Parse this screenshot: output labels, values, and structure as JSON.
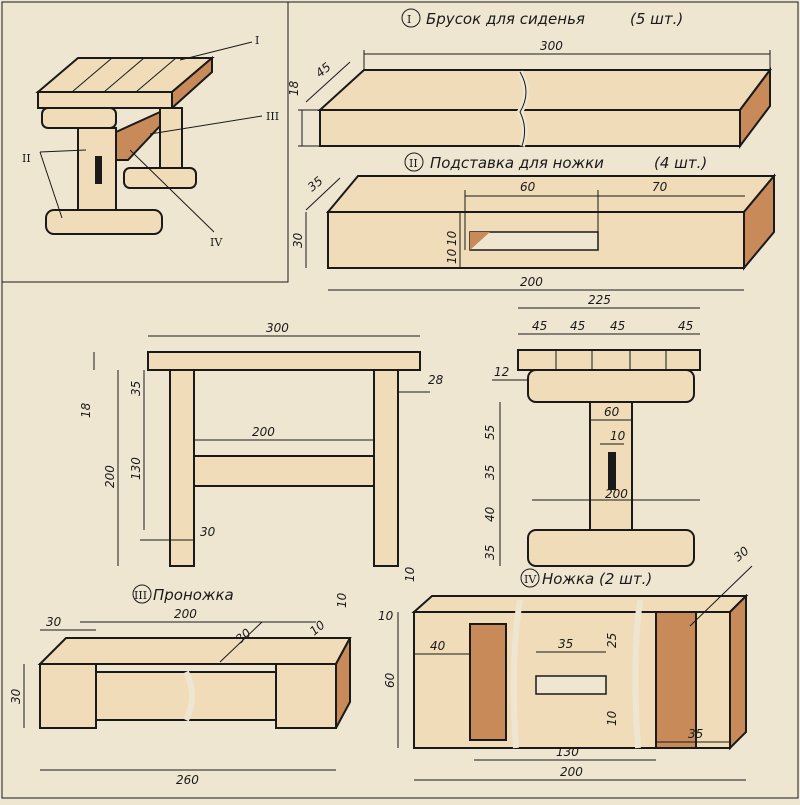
{
  "captions": {
    "part1": "Брусок для сиденья",
    "part1_qty": "(5 шт.)",
    "part2": "Подставка для ножки",
    "part2_qty": "(4 шт.)",
    "part3": "Проножка",
    "part4": "Ножка (2 шт.)",
    "num1": "I",
    "num2": "II",
    "num3": "III",
    "num4": "IV"
  },
  "callouts": {
    "c1": "I",
    "c2": "II",
    "c3": "III",
    "c4": "IV"
  },
  "dims": {
    "p1_len": "300",
    "p1_w": "45",
    "p1_h": "18",
    "p2_a": "60",
    "p2_b": "70",
    "p2_w": "35",
    "p2_h": "30",
    "p2_s1": "10",
    "p2_s2": "10",
    "p2_len": "200",
    "f_len": "300",
    "f_t": "18",
    "f_a": "35",
    "f_b": "130",
    "f_h": "200",
    "f_in": "200",
    "f_leg": "30",
    "f_28": "28",
    "s_top": "225",
    "s_45a": "45",
    "s_45b": "45",
    "s_45c": "45",
    "s_45d": "45",
    "s_12": "12",
    "s_60": "60",
    "s_10": "10",
    "s_55": "55",
    "s_35": "35",
    "s_40": "40",
    "s_35b": "35",
    "s_200": "200",
    "p3_30a": "30",
    "p3_200": "200",
    "p3_30b": "30",
    "p3_10a": "10",
    "p3_10b": "10",
    "p3_30h": "30",
    "p3_260": "260",
    "p4_10a": "10",
    "p4_10b": "10",
    "p4_40": "40",
    "p4_35a": "35",
    "p4_25": "25",
    "p4_60": "60",
    "p4_10c": "10",
    "p4_130": "130",
    "p4_200": "200",
    "p4_35b": "35",
    "p4_30": "30"
  }
}
